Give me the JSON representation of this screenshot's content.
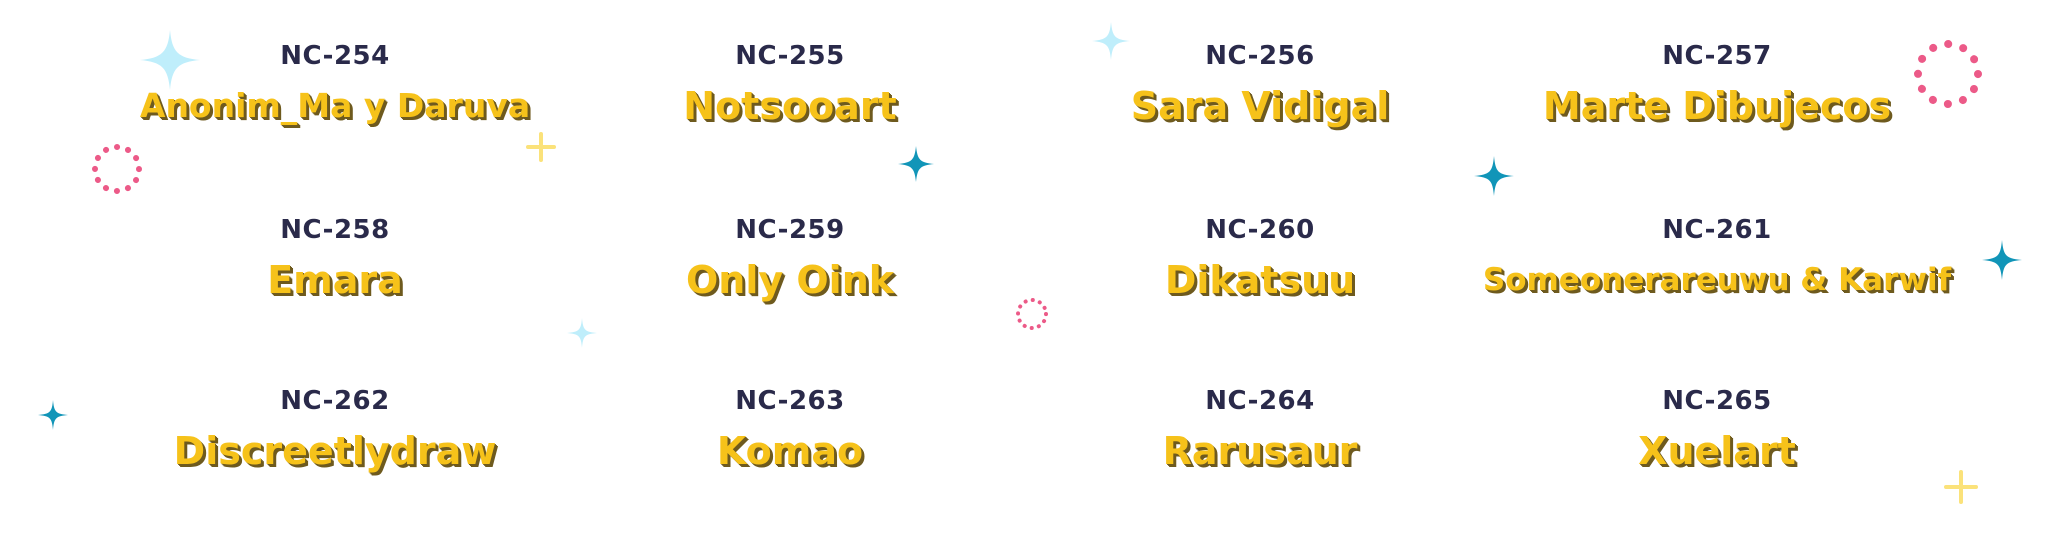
{
  "entries": [
    {
      "code": "NC-254",
      "name": "Anonim_Ma y Daruva"
    },
    {
      "code": "NC-255",
      "name": "Notsooart"
    },
    {
      "code": "NC-256",
      "name": "Sara Vidigal"
    },
    {
      "code": "NC-257",
      "name": "Marte Dibujecos"
    },
    {
      "code": "NC-258",
      "name": "Emara"
    },
    {
      "code": "NC-259",
      "name": "Only Oink"
    },
    {
      "code": "NC-260",
      "name": "Dikatsuu"
    },
    {
      "code": "NC-261",
      "name": "Someonerareuwu & Karwif"
    },
    {
      "code": "NC-262",
      "name": "Discreetlydraw"
    },
    {
      "code": "NC-263",
      "name": "Komao"
    },
    {
      "code": "NC-264",
      "name": "Rarusaur"
    },
    {
      "code": "NC-265",
      "name": "Xuelart"
    }
  ],
  "colors": {
    "code": "#2a2a4a",
    "name": "#f6c21a",
    "name_shadow": "#6e5a1e",
    "sparkle_light": "#bfeefb",
    "sparkle_teal": "#1195b8",
    "sparkle_yellow": "#fbe27a",
    "dots_pink": "#ec5a88"
  },
  "decorations": {
    "icons": [
      "sparkle-icon",
      "plus-sparkle-icon",
      "dotted-circle-icon"
    ]
  }
}
